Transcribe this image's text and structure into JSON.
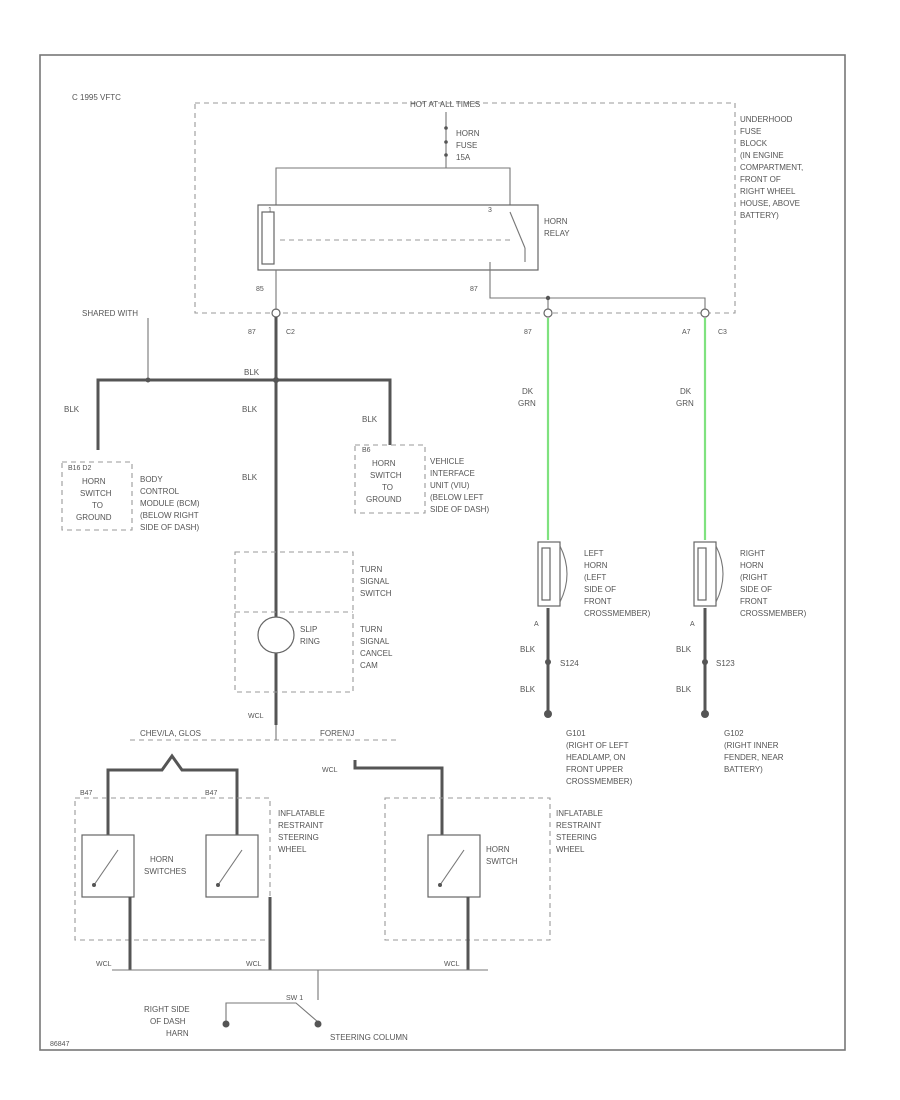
{
  "copyright": "C 1995 VFTC",
  "hot_at_all_times": "HOT AT ALL TIMES",
  "fuse": {
    "lines": [
      "HORN",
      "FUSE",
      "15A"
    ]
  },
  "relay_label": [
    "HORN",
    "RELAY"
  ],
  "underhood_block": [
    "UNDERHOOD",
    "FUSE",
    "BLOCK",
    "(IN ENGINE",
    "COMPARTMENT,",
    "FRONT OF",
    "RIGHT WHEEL",
    "HOUSE, ABOVE",
    "BATTERY)"
  ],
  "relay_pins": {
    "top_left": "1",
    "top_right": "3",
    "bottom_left": "85",
    "bottom_right": "87"
  },
  "connectors": {
    "c2_left": "87",
    "c2_label": "C2",
    "c3_mid": "87",
    "c3_right": "A7",
    "c3_label": "C3"
  },
  "wires": {
    "shared_with": "SHARED WITH",
    "blk": "BLK",
    "dk_grn": [
      "DK",
      "GRN"
    ],
    "wht_splice": "B47",
    "vim_pin": "B6"
  },
  "bcm_switch": {
    "pins": "B16  D2",
    "lines": [
      "HORN",
      "SWITCH",
      "TO",
      "GROUND"
    ]
  },
  "bcm_label": [
    "BODY",
    "CONTROL",
    "MODULE (BCM)",
    "(BELOW RIGHT",
    "SIDE OF DASH)"
  ],
  "vim_switch": {
    "lines": [
      "HORN",
      "SWITCH",
      "TO",
      "GROUND"
    ]
  },
  "vim_label": [
    "VEHICLE",
    "INTERFACE",
    "UNIT (VIU)",
    "(BELOW LEFT",
    "SIDE OF DASH)"
  ],
  "turn_switch": [
    "TURN",
    "SIGNAL",
    "SWITCH"
  ],
  "slip_ring": [
    "SLIP",
    "RING"
  ],
  "turn_canceling": [
    "TURN",
    "SIGNAL",
    "CANCEL",
    "CAM"
  ],
  "wire_code_blk": "BLK",
  "horn_left": [
    "LEFT",
    "HORN",
    "(LEFT",
    "SIDE OF",
    "FRONT",
    "CROSSMEMBER)"
  ],
  "horn_right": [
    "RIGHT",
    "HORN",
    "(RIGHT",
    "SIDE OF",
    "FRONT",
    "CROSSMEMBER)"
  ],
  "splice_left": "S124",
  "splice_right": "S123",
  "pin_a_left": "A",
  "pin_a_right": "A",
  "ground_left": [
    "G101",
    "(RIGHT OF LEFT",
    "HEADLAMP, ON",
    "FRONT UPPER",
    "CROSSMEMBER)"
  ],
  "ground_right": [
    "G102",
    "(RIGHT INNER",
    "FENDER, NEAR",
    "BATTERY)"
  ],
  "option_left": "CHEV/LA, GLOS",
  "option_right": "FOREN/J",
  "inflatable_left": [
    "INFLATABLE",
    "RESTRAINT",
    "STEERING",
    "WHEEL"
  ],
  "inflatable_right": [
    "INFLATABLE",
    "RESTRAINT",
    "STEERING",
    "WHEEL"
  ],
  "horn_switches": [
    "HORN",
    "SWITCHES"
  ],
  "horn_switch": [
    "HORN",
    "SWITCH"
  ],
  "wire_codes": {
    "wc1": "WCL",
    "wc2": "WCL",
    "wc3": "WCL",
    "wc4": "WCL"
  },
  "bottom": {
    "dash_side": [
      "RIGHT SIDE",
      "OF DASH",
      "HARN"
    ],
    "steering_column": "STEERING COLUMN",
    "sw_label": "SW 1"
  },
  "page_ref": "86847"
}
